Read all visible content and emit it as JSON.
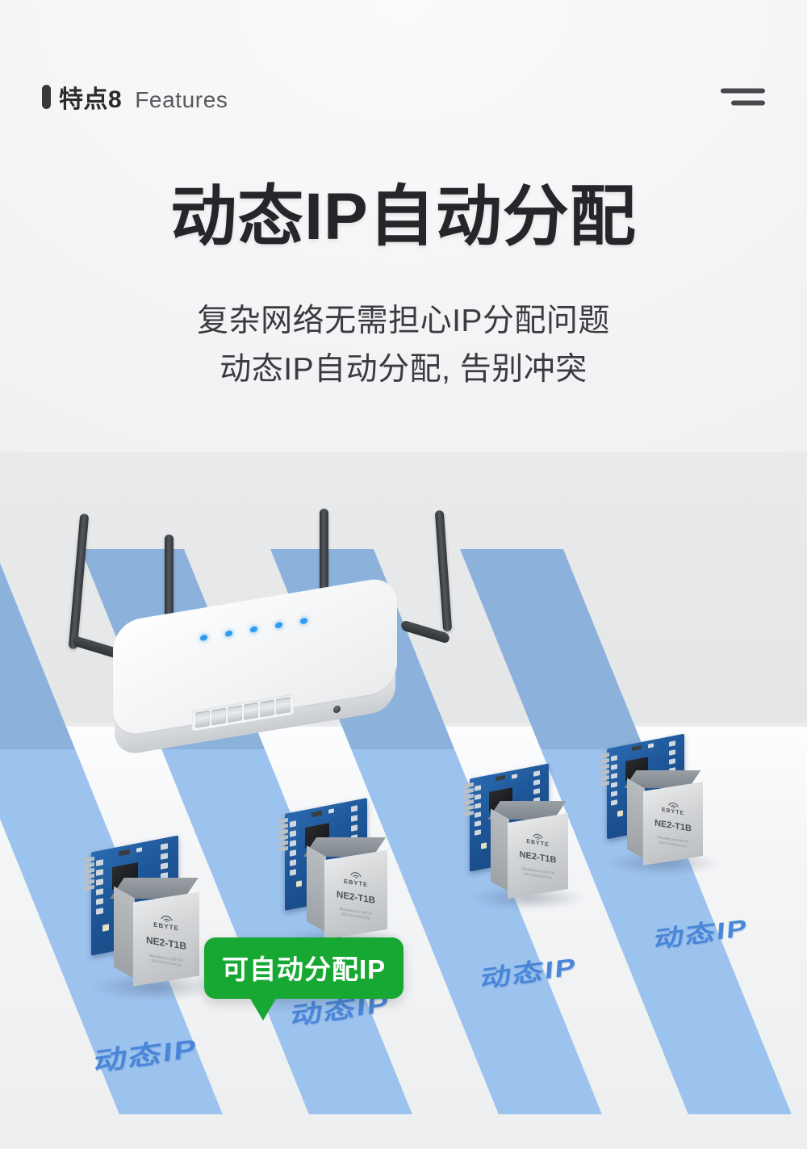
{
  "header": {
    "marker_icon": "pill-marker-icon",
    "feature_cn": "特点8",
    "feature_en": "Features",
    "menu_icon": "menu-bars-icon"
  },
  "hero": {
    "title": "动态IP自动分配",
    "subtitle_line1": "复杂网络无需担心IP分配问题",
    "subtitle_line2": "动态IP自动分配, 告别冲突"
  },
  "callout": {
    "text": "可自动分配IP",
    "color": "#16a832"
  },
  "router": {
    "name": "wireless-router",
    "antenna_count": 4,
    "led_count": 5,
    "port_count": 6,
    "button_icon": "reset-button-icon"
  },
  "modules": [
    {
      "brand": "EBYTE",
      "model": "NE2-T1B",
      "manufacturer": "Manufacturer EBYTE",
      "serial": "SN:XXXXXXXXXX",
      "floor_label": "动态IP"
    },
    {
      "brand": "EBYTE",
      "model": "NE2-T1B",
      "manufacturer": "Manufacturer EBYTE",
      "serial": "SN:XXXXXXXXXX",
      "floor_label": "动态IP"
    },
    {
      "brand": "EBYTE",
      "model": "NE2-T1B",
      "manufacturer": "Manufacturer EBYTE",
      "serial": "SN:XXXXXXXXXX",
      "floor_label": "动态IP"
    },
    {
      "brand": "EBYTE",
      "model": "NE2-T1B",
      "manufacturer": "Manufacturer EBYTE",
      "serial": "SN:XXXXXXXXXX",
      "floor_label": "动态IP"
    }
  ],
  "colors": {
    "accent_green": "#16a832",
    "lane_blue_far": "#8cb2dc",
    "lane_blue_near": "#9cc2ee",
    "label_blue": "#4a86d8",
    "pcb_blue": "#1d5596",
    "title_dark": "#26262a",
    "background": "#f2f3f4"
  }
}
